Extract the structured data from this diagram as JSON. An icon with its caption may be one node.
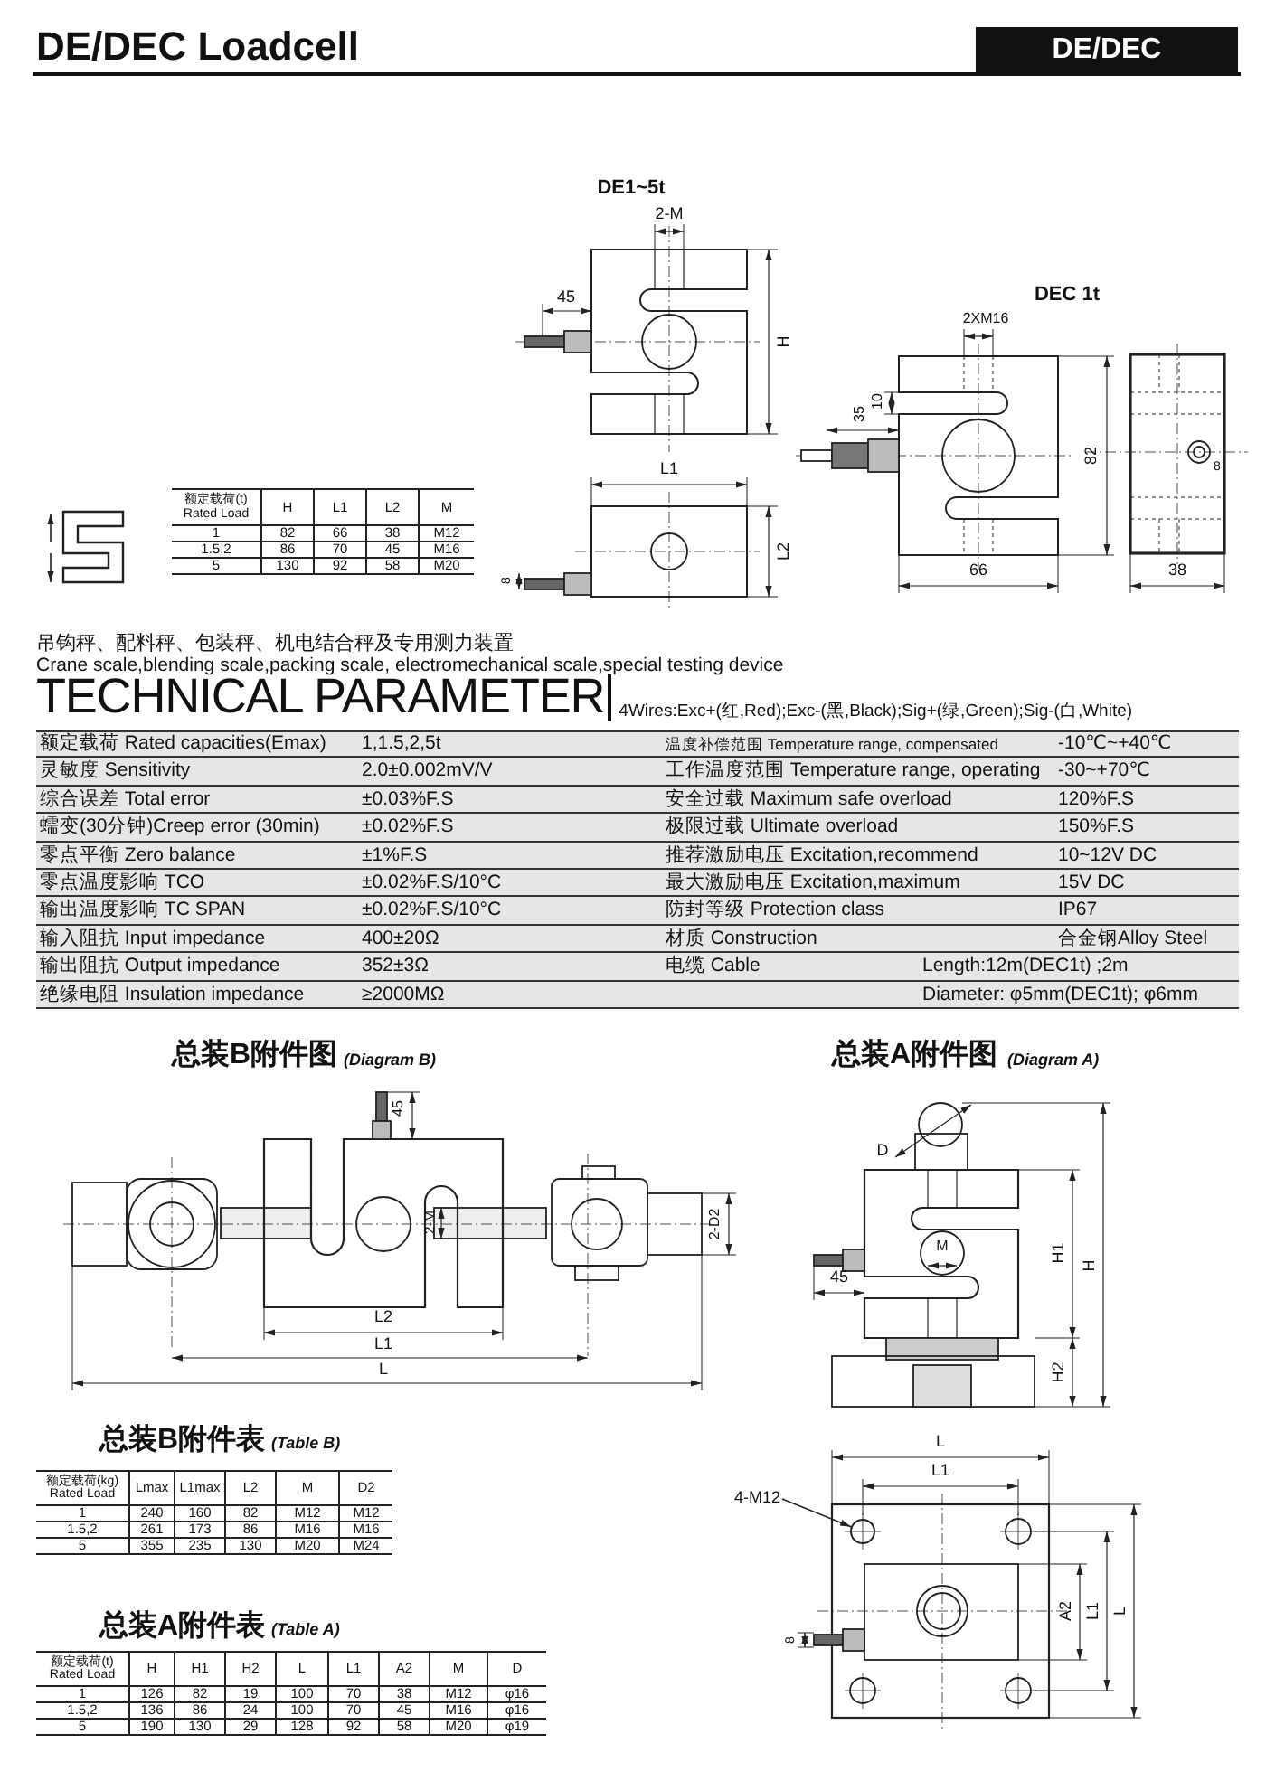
{
  "diagram": {
    "title": "DE/DEC Loadcell",
    "nodes": [
      {
        "text": [
          "4-M12"
        ]
      },
      {
        "text": [],
        "shape": "circle"
      }
    ],
    "edges": [
      {
        "from": 0,
        "to": 1,
        "arrow": "to"
      }
    ],
    "labels": [
      "DE/DEC",
      "DE1~5t",
      "2-M",
      "45",
      "H",
      "L1",
      "L2",
      "8",
      "DEC 1t",
      "2XM16",
      "10",
      "35",
      "82",
      "66",
      "8",
      "38",
      "额定载荷(t) Rated Load",
      "H",
      "L1",
      "L2",
      "M",
      "1",
      "82",
      "66",
      "38",
      "M12",
      "1.5,2",
      "86",
      "70",
      "45",
      "M16",
      "5",
      "130",
      "92",
      "58",
      "M20",
      "吊钩秤、配料秤、包装秤、机电结合秤及专用测力装置",
      "Crane scale,blending scale,packing scale, electromechanical  scale,special testing device",
      "TECHNICAL PARAMETER",
      "4Wires:Exc+(红,Red);Exc-(黑,Black);Sig+(绿,Green);Sig-(白,White)",
      "额定载荷 Rated capacities(Emax)",
      "1,1.5,2,5t",
      "温度补偿范围 Temperature range, compensated",
      "-10℃~+40℃",
      "灵敏度 Sensitivity",
      "2.0±0.002mV/V",
      "工作温度范围 Temperature range, operating",
      "-30~+70℃",
      "综合误差 Total error",
      "±0.03%F.S",
      "安全过载 Maximum safe overload",
      "120%F.S",
      "蠕变(30分钟)Creep error (30min)",
      "±0.02%F.S",
      "极限过载 Ultimate overload",
      "150%F.S",
      "零点平衡 Zero balance",
      "±1%F.S",
      "推荐激励电压 Excitation,recommend",
      "10~12V DC",
      "零点温度影响 TCO",
      "±0.02%F.S/10°C",
      "最大激励电压 Excitation,maximum",
      "15V DC",
      "输出温度影响 TC SPAN",
      "±0.02%F.S/10°C",
      "防封等级 Protection class",
      "IP67",
      "输入阻抗 Input  impedance",
      "400±20Ω",
      "材质 Construction",
      "合金钢Alloy Steel",
      "输出阻抗 Output  impedance",
      "352±3Ω",
      "电缆 Cable",
      "Length:12m(DEC1t) ;2m",
      "绝缘电阻 Insulation impedance",
      "≥2000MΩ",
      "Diameter: φ5mm(DEC1t); φ6mm",
      "总装B附件图",
      "(Diagram B)",
      "45",
      "2-M",
      "2-D2",
      "L2",
      "L1",
      "L",
      "总装A附件图",
      "(Diagram A)",
      "D",
      "M",
      "45",
      "H1",
      "H",
      "H2",
      "L",
      "L1",
      "A2",
      "L1",
      "L",
      "8",
      "总装B附件表",
      "(Table B)",
      "额定载荷(kg) Rated Load",
      "Lmax",
      "L1max",
      "L2",
      "M",
      "D2",
      "1",
      "240",
      "160",
      "82",
      "M12",
      "M12",
      "1.5,2",
      "261",
      "173",
      "86",
      "M16",
      "M16",
      "5",
      "355",
      "235",
      "130",
      "M20",
      "M24",
      "总装A附件表",
      "(Table A)",
      "额定载荷(t) Rated Load",
      "H",
      "H1",
      "H2",
      "L",
      "L1",
      "A2",
      "M",
      "D",
      "1",
      "126",
      "82",
      "19",
      "100",
      "70",
      "38",
      "M12",
      "φ16",
      "1.5,2",
      "136",
      "86",
      "24",
      "100",
      "70",
      "45",
      "M16",
      "φ16",
      "5",
      "190",
      "130",
      "29",
      "128",
      "92",
      "58",
      "M20",
      "φ19"
    ]
  }
}
